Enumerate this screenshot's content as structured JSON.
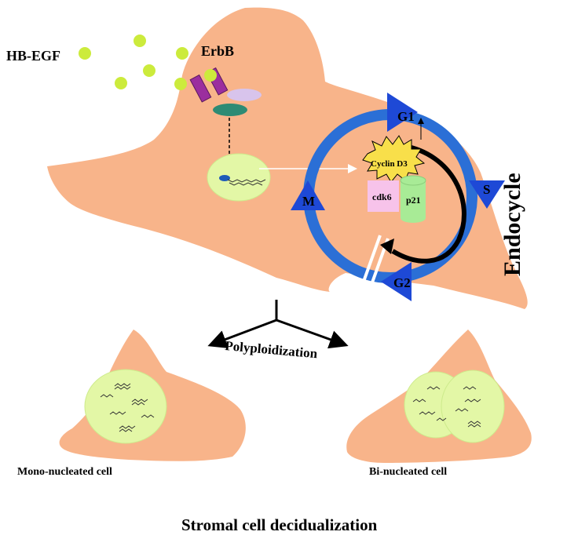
{
  "labels": {
    "ligand": "HB-EGF",
    "receptor": "ErbB",
    "cyclin": "Cyclin D3",
    "cdk": "cdk6",
    "p21": "p21",
    "endocycle": "Endocycle",
    "polyploidization": "Polyploidization",
    "mono_cell": "Mono-nucleated cell",
    "bi_cell": "Bi-nucleated cell",
    "title": "Stromal cell decidualization"
  },
  "cycle_phases": [
    "G1",
    "S",
    "G2",
    "M"
  ],
  "colors": {
    "cell": "#F8B48A",
    "nucleus": "#E3F7A6",
    "nucleus_outline": "#CDEB8C",
    "ligand": "#CCEB3C",
    "receptor": "#9B2E9E",
    "cycle_ring": "#2B6FD6",
    "phase_marker": "#1E49D6",
    "cyclin_star": "#F8DF4A",
    "cdk6_box": "#F7C3EA",
    "p21_cylinder": "#A8EB96",
    "adaptor_oval": "#D8C4EC",
    "adaptor_disc": "#2E8B74",
    "dna_spot": "#1F5BB8"
  },
  "icons": {
    "arrow": "arrow-icon",
    "cycle": "cycle-ring-icon"
  }
}
